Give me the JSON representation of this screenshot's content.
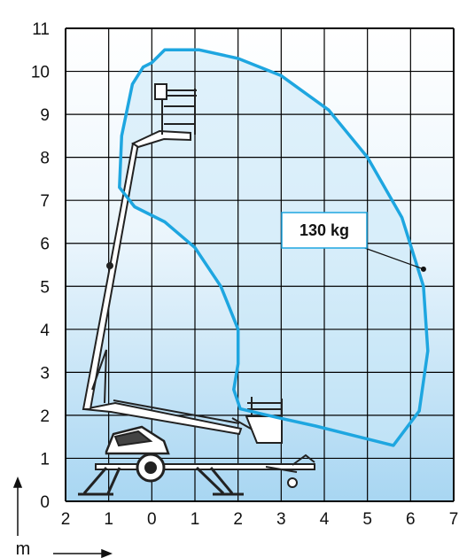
{
  "chart_data": {
    "type": "area",
    "x_ticks": [
      "2",
      "1",
      "0",
      "1",
      "2",
      "3",
      "4",
      "5",
      "6",
      "7"
    ],
    "y_ticks": [
      "0",
      "1",
      "2",
      "3",
      "4",
      "5",
      "6",
      "7",
      "8",
      "9",
      "10",
      "11"
    ],
    "x_unit": "m",
    "xlim": [
      -2,
      7
    ],
    "ylim": [
      0,
      11
    ],
    "grid": true,
    "envelope": {
      "label": "130 kg",
      "outline_color": "#1ea6e0",
      "fill_color": "#c9e7f7",
      "x": [
        0.0,
        0.3,
        1.1,
        2.0,
        3.0,
        4.1,
        5.0,
        5.8,
        6.3,
        6.4,
        6.2,
        5.6,
        4.8,
        3.8,
        2.9,
        2.05,
        1.9,
        2.0,
        2.0,
        1.6,
        1.0,
        0.3,
        -0.4,
        -0.75,
        -0.7,
        -0.45,
        -0.2,
        0.0
      ],
      "y": [
        10.2,
        10.5,
        10.5,
        10.3,
        9.9,
        9.1,
        8.0,
        6.6,
        5.0,
        3.5,
        2.1,
        1.3,
        1.5,
        1.75,
        1.95,
        2.15,
        2.6,
        3.2,
        4.0,
        5.0,
        5.9,
        6.5,
        6.85,
        7.3,
        8.5,
        9.7,
        10.1,
        10.2
      ]
    },
    "callout_point": {
      "x": 6.3,
      "y": 5.4
    },
    "colors": {
      "grid": "#000000",
      "background_top": "#ffffff",
      "background_bottom": "#a8d6f2",
      "machine": "#222222"
    }
  }
}
